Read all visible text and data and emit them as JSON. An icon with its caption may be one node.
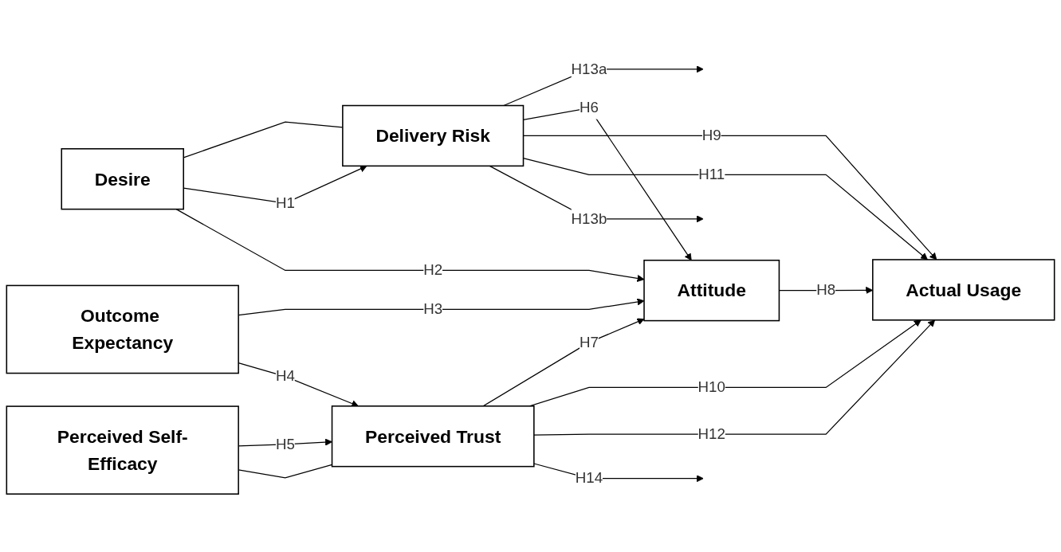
{
  "diagram": {
    "nodes": [
      {
        "text": [
          "Desire"
        ]
      },
      {
        "text": [
          "Delivery Risk"
        ]
      },
      {
        "text": [
          "Outcome Expectancy"
        ]
      },
      {
        "text": [
          "Attitude"
        ]
      },
      {
        "text": [
          "Actual Usage"
        ]
      },
      {
        "text": [
          "Perceived Self-Efficacy"
        ]
      },
      {
        "text": [
          "Perceived Trust"
        ]
      }
    ],
    "edges": [
      {
        "from": 0,
        "to": 1,
        "arrow": "none"
      },
      {
        "from": 0,
        "to": 1,
        "label": "H1",
        "arrow": "to"
      },
      {
        "from": 0,
        "to": 3,
        "label": "H2",
        "arrow": "to"
      },
      {
        "from": 1,
        "to": null,
        "label": "H13a",
        "arrow": "to"
      },
      {
        "from": 2,
        "to": 3,
        "label": "H3",
        "arrow": "to"
      },
      {
        "from": 2,
        "to": 6,
        "label": "H4",
        "arrow": "to"
      },
      {
        "from": 5,
        "to": 6,
        "label": "H5",
        "arrow": "to"
      },
      {
        "from": 5,
        "to": 6,
        "arrow": "none"
      },
      {
        "from": 1,
        "to": 3,
        "label": "H6",
        "arrow": "to"
      },
      {
        "from": 6,
        "to": 3,
        "label": "H7",
        "arrow": "to"
      },
      {
        "from": 3,
        "to": 4,
        "label": "H8",
        "arrow": "to"
      },
      {
        "from": 1,
        "to": 4,
        "label": "H9",
        "arrow": "to"
      },
      {
        "from": 6,
        "to": 4,
        "label": "H10",
        "arrow": "to"
      },
      {
        "from": 1,
        "to": 4,
        "label": "H11",
        "arrow": "to"
      },
      {
        "from": 6,
        "to": 4,
        "label": "H12",
        "arrow": "to"
      },
      {
        "from": 1,
        "to": null,
        "label": "H13b",
        "arrow": "to"
      },
      {
        "from": 6,
        "to": null,
        "label": "H14",
        "arrow": "to"
      }
    ]
  }
}
